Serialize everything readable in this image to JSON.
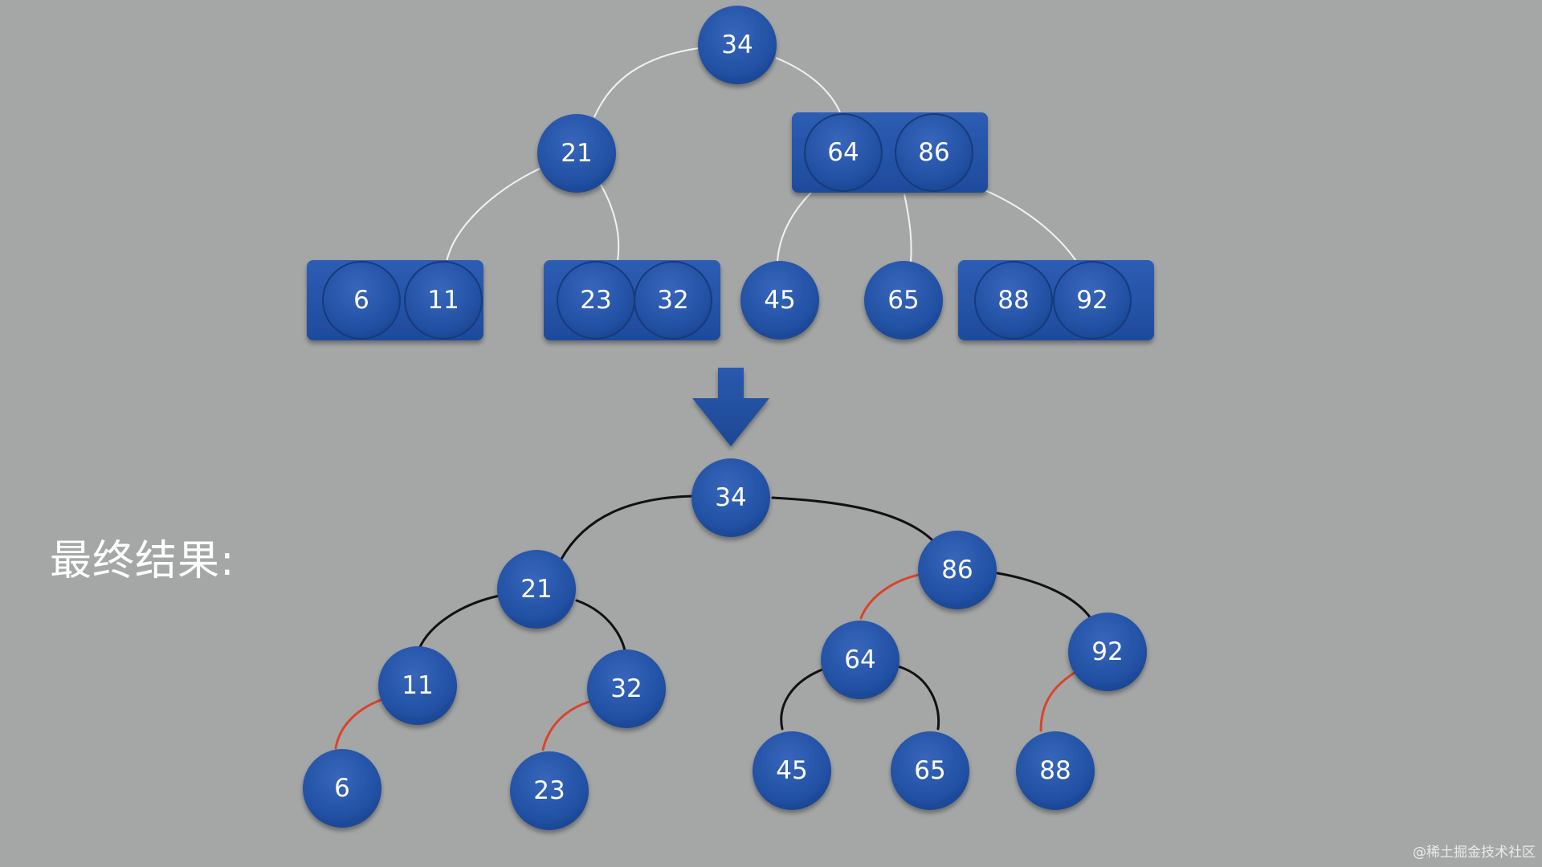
{
  "colors": {
    "background": "#a5a7a7",
    "node": "#2150a3",
    "edge_black": "#111111",
    "edge_red": "#d9442c",
    "edge_white": "#f2f2f2"
  },
  "top_tree": {
    "root": "34",
    "level1_left": "21",
    "level1_right": [
      "64",
      "86"
    ],
    "leaves": [
      [
        "6",
        "11"
      ],
      [
        "23",
        "32"
      ],
      [
        "45"
      ],
      [
        "65"
      ],
      [
        "88",
        "92"
      ]
    ]
  },
  "bottom_tree": {
    "nodes": [
      "34",
      "21",
      "86",
      "11",
      "32",
      "64",
      "92",
      "6",
      "23",
      "45",
      "65",
      "88"
    ],
    "edges": [
      {
        "from": "34",
        "to": "21",
        "color": "black"
      },
      {
        "from": "34",
        "to": "86",
        "color": "black"
      },
      {
        "from": "21",
        "to": "11",
        "color": "black"
      },
      {
        "from": "21",
        "to": "32",
        "color": "black"
      },
      {
        "from": "11",
        "to": "6",
        "color": "red"
      },
      {
        "from": "32",
        "to": "23",
        "color": "red"
      },
      {
        "from": "86",
        "to": "64",
        "color": "red"
      },
      {
        "from": "86",
        "to": "92",
        "color": "black"
      },
      {
        "from": "64",
        "to": "45",
        "color": "black"
      },
      {
        "from": "64",
        "to": "65",
        "color": "black"
      },
      {
        "from": "92",
        "to": "88",
        "color": "red"
      }
    ]
  },
  "result_label": "最终结果:",
  "watermark": "@稀土掘金技术社区"
}
